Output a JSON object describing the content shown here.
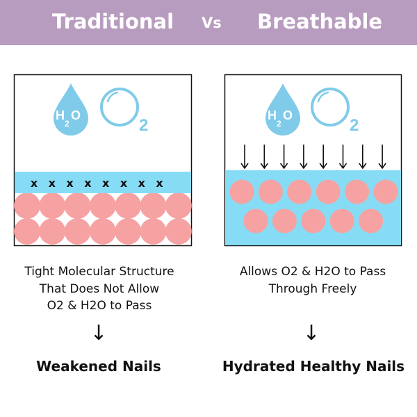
{
  "header": {
    "left": "Traditional",
    "vs": "Vs",
    "right": "Breathable",
    "color": "#b89cbf"
  },
  "icons": {
    "water_label_h": "H",
    "water_label_sub": "2",
    "water_label_o": "O",
    "oxygen_label": "2"
  },
  "left": {
    "caption": [
      "Tight Molecular Structure",
      "That Does Not Allow",
      "O2 & H2O to Pass"
    ],
    "arrow": "↓",
    "result": "Weakened Nails",
    "blocked_marks": [
      "x",
      "x",
      "x",
      "x",
      "x",
      "x",
      "x",
      "x"
    ]
  },
  "right": {
    "caption": [
      "Allows O2 & H2O to Pass",
      "Through Freely"
    ],
    "arrow": "↓",
    "result": "Hydrated Healthy Nails"
  },
  "colors": {
    "blue": "#87dcf5",
    "icon_blue": "#7fcbe9",
    "pink": "#f6a2a2"
  }
}
